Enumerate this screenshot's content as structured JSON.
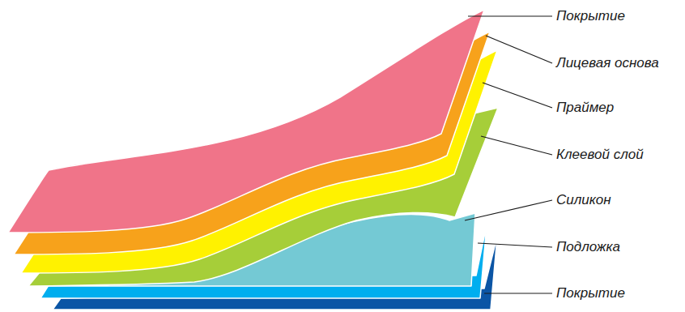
{
  "diagram": {
    "labels": [
      "Покрытие",
      "Лицевая основа",
      "Праймер",
      "Клеевой слой",
      "Силикон",
      "Подложка",
      "Покрытие"
    ]
  }
}
